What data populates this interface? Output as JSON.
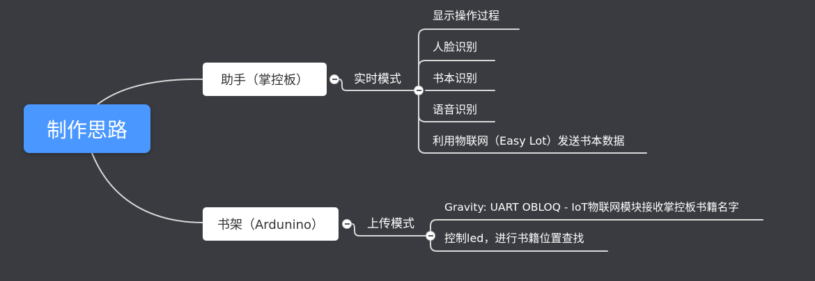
{
  "colors": {
    "background": "#393b40",
    "root_fill": "#4a97ff",
    "branch_fill": "#ffffff",
    "line": "#d9d9d9"
  },
  "root": {
    "label": "制作思路"
  },
  "branches": [
    {
      "label": "助手（掌控板）",
      "sub": {
        "label": "实时模式",
        "leaves": [
          "显示操作过程",
          "人脸识别",
          "书本识别",
          "语音识别",
          "利用物联网（Easy Lot）发送书本数据"
        ]
      }
    },
    {
      "label": "书架（Ardunino）",
      "sub": {
        "label": "上传模式",
        "leaves": [
          "Gravity: UART OBLOQ - IoT物联网模块接收掌控板书籍名字",
          "控制led，进行书籍位置查找"
        ]
      }
    }
  ]
}
